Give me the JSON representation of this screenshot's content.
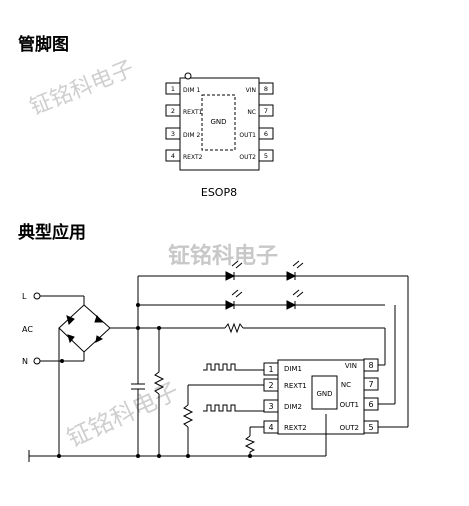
{
  "sections": {
    "pinout_title": "管脚图",
    "app_title": "典型应用"
  },
  "package": {
    "name": "ESOP8",
    "center_label": "GND",
    "left_pins": [
      {
        "num": "1",
        "label": "DIM 1"
      },
      {
        "num": "2",
        "label": "REXT1"
      },
      {
        "num": "3",
        "label": "DIM 2"
      },
      {
        "num": "4",
        "label": "REXT2"
      }
    ],
    "right_pins": [
      {
        "num": "8",
        "label": "VIN"
      },
      {
        "num": "7",
        "label": "NC"
      },
      {
        "num": "6",
        "label": "OUT1"
      },
      {
        "num": "5",
        "label": "OUT2"
      }
    ]
  },
  "circuit": {
    "input_l": "L",
    "input_ac": "AC",
    "input_n": "N",
    "ic_center": "GND",
    "ic_left_pins": [
      {
        "num": "1",
        "label": "DIM1"
      },
      {
        "num": "2",
        "label": "REXT1"
      },
      {
        "num": "3",
        "label": "DIM2"
      },
      {
        "num": "4",
        "label": "REXT2"
      }
    ],
    "ic_right_pins": [
      {
        "num": "8",
        "label": "VIN"
      },
      {
        "num": "7",
        "label": "NC"
      },
      {
        "num": "6",
        "label": "OUT1"
      },
      {
        "num": "5",
        "label": "OUT2"
      }
    ]
  },
  "watermarks": {
    "top": "钲铭科电子",
    "center": "钲铭科电子",
    "bottom": "钲铭科电子"
  }
}
